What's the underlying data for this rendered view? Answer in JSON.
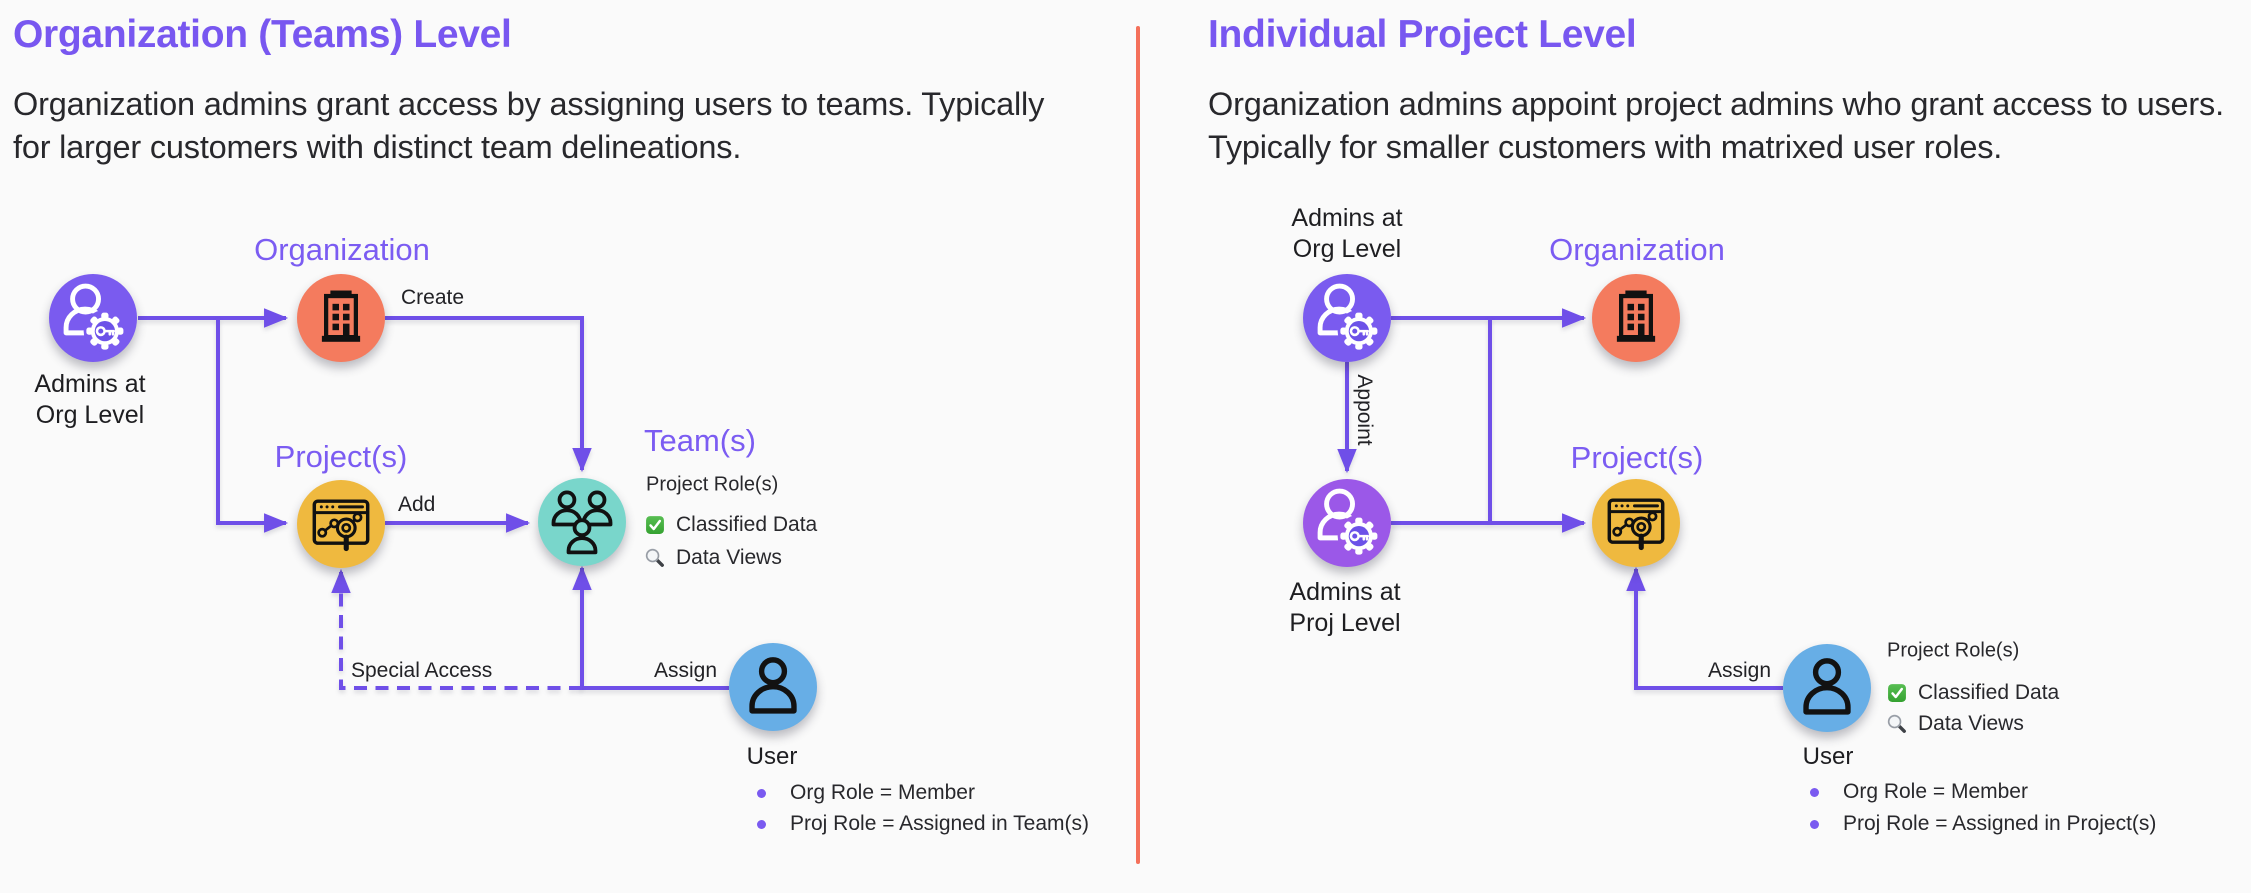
{
  "colors": {
    "background": "#FAFAFA",
    "title_purple": "#7857F0",
    "node_label_purple": "#7B5CF2",
    "body_text": "#28282C",
    "arrow_purple": "#6F4FE8",
    "divider_red": "#F4705A",
    "org_admin_circle": "#7A5BEF",
    "proj_admin_circle": "#9B58E8",
    "organization_circle": "#F47B5E",
    "project_circle": "#EFB93F",
    "team_circle": "#79D6CB",
    "user_circle": "#67AEE6",
    "gear_center": "#6C52E8",
    "bullet_purple": "#7A5AF0",
    "check_green": "#3FAA3C"
  },
  "panels": [
    {
      "title": "Organization (Teams) Level",
      "description_lines": [
        "Organization admins grant access by assigning users to teams. Typically",
        "for larger customers with distinct team delineations."
      ],
      "nodes": {
        "admin": {
          "icon": "admin-key-gear-icon",
          "label_lines": [
            "Admins at",
            "Org Level"
          ]
        },
        "organization": {
          "icon": "building-icon",
          "label": "Organization"
        },
        "project": {
          "icon": "project-window-icon",
          "label": "Project(s)"
        },
        "team": {
          "icon": "team-icon",
          "label": "Team(s)"
        },
        "user": {
          "icon": "person-icon",
          "label": "User"
        }
      },
      "edges": {
        "create": "Create",
        "add": "Add",
        "assign": "Assign",
        "special_access": "Special Access"
      },
      "roles": {
        "heading": "Project Role(s)",
        "items": [
          {
            "icon": "check-icon",
            "label": "Classified Data"
          },
          {
            "icon": "magnifier-icon",
            "label": "Data Views"
          }
        ]
      },
      "user_bullets": [
        "Org Role = Member",
        "Proj Role = Assigned in Team(s)"
      ]
    },
    {
      "title": "Individual Project Level",
      "description_lines": [
        "Organization admins appoint project admins who grant access to users.",
        "Typically for smaller customers with matrixed user roles."
      ],
      "nodes": {
        "org_admin": {
          "icon": "admin-key-gear-icon",
          "label_lines": [
            "Admins at",
            "Org Level"
          ]
        },
        "organization": {
          "icon": "building-icon",
          "label": "Organization"
        },
        "proj_admin": {
          "icon": "admin-key-gear-icon",
          "label_lines": [
            "Admins at",
            "Proj Level"
          ]
        },
        "project": {
          "icon": "project-window-icon",
          "label": "Project(s)"
        },
        "user": {
          "icon": "person-icon",
          "label": "User"
        }
      },
      "edges": {
        "appoint": "Appoint",
        "assign": "Assign"
      },
      "roles": {
        "heading": "Project Role(s)",
        "items": [
          {
            "icon": "check-icon",
            "label": "Classified Data"
          },
          {
            "icon": "magnifier-icon",
            "label": "Data Views"
          }
        ]
      },
      "user_bullets": [
        "Org Role = Member",
        "Proj Role = Assigned in Project(s)"
      ]
    }
  ]
}
